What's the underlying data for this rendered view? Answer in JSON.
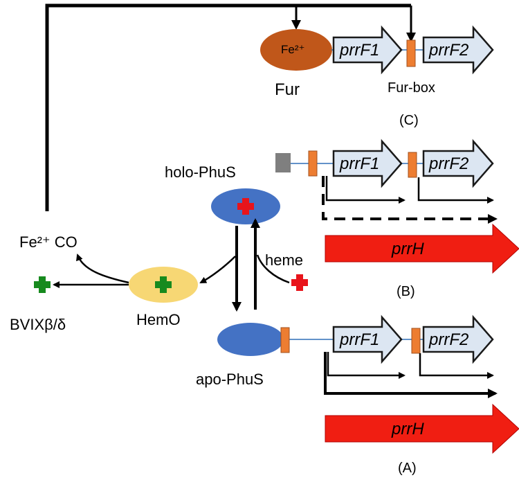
{
  "colors": {
    "fur": "#C0571A",
    "hemo": "#F7D774",
    "phus": "#4472C4",
    "heme": "#E8141B",
    "biliverdin": "#178A1E",
    "gene_fill": "#DCE6F2",
    "gene_stroke": "#1A1A1A",
    "fur_box": "#ED7D31",
    "promoter_grey": "#7F7F7F",
    "prrH": "#F01E12",
    "dna_line": "#2E6FB7"
  },
  "icons": {
    "heme_in_holo": "plus-cross",
    "free_heme": "plus-cross",
    "heme_in_hemo": "plus-cross",
    "biliverdin": "plus-cross"
  },
  "labels": {
    "fur_ion": "Fe²⁺",
    "fur": "Fur",
    "fur_box": "Fur-box",
    "panel_c": "(C)",
    "panel_b": "(B)",
    "panel_a": "(A)",
    "holo_phus": "holo-PhuS",
    "apo_phus": "apo-PhuS",
    "heme": "heme",
    "hemo": "HemO",
    "fe_co": "Fe²⁺ CO",
    "bviv": "BVIXβ/δ"
  },
  "genes": {
    "prrF1": "prrF1",
    "prrF2": "prrF2",
    "prrH": "prrH"
  }
}
